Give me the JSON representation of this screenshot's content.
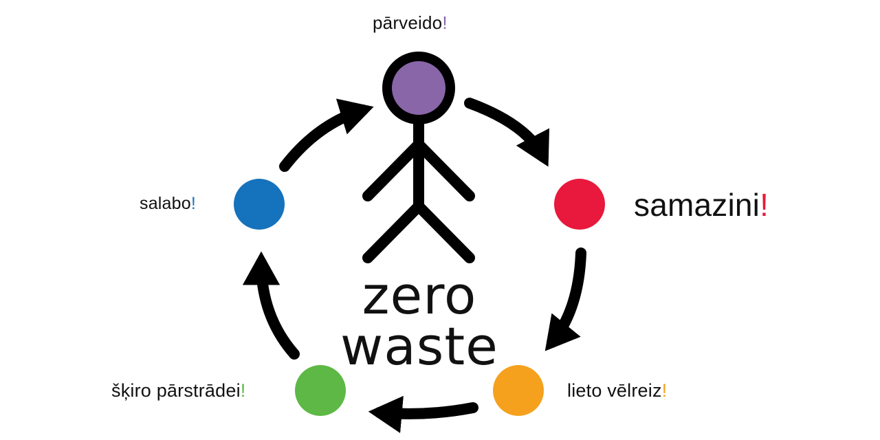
{
  "center": {
    "line1": "zero",
    "line2": "waste"
  },
  "stages": [
    {
      "id": "top",
      "text": "pārveido",
      "mark": "!",
      "color": "#8866A8"
    },
    {
      "id": "right",
      "text": "samazini",
      "mark": "!",
      "color": "#E8193C"
    },
    {
      "id": "bottom-right",
      "text": "lieto vēlreiz",
      "mark": "!",
      "color": "#F5A11E"
    },
    {
      "id": "bottom-left",
      "text": "šķiro pārstrādei",
      "mark": "!",
      "color": "#5DB845"
    },
    {
      "id": "left",
      "text": "salabo",
      "mark": "!",
      "color": "#1572BC"
    }
  ],
  "figure": {
    "head_color": "#8866A8",
    "stroke_color": "#000000"
  }
}
